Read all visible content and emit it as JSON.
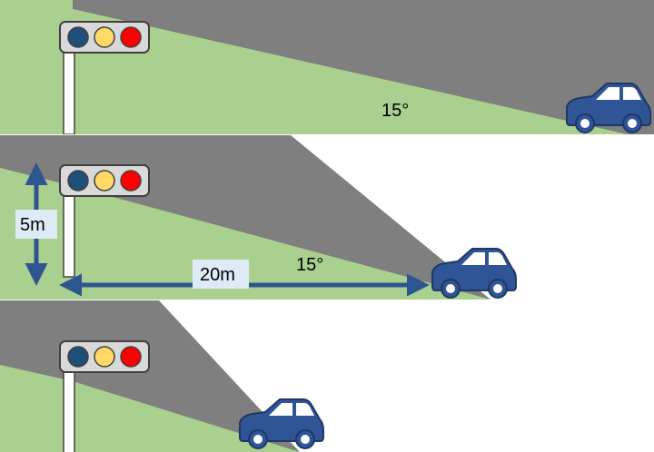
{
  "colors": {
    "ground": "#a9d08e",
    "shadow": "#7f7f7f",
    "car_body": "#2f5597",
    "car_outline": "#1f3864",
    "car_window": "#ffffff",
    "wheel_hub": "#ffffff",
    "signal_housing": "#d9d9d9",
    "signal_outline": "#404040",
    "lamp_blue": "#1f4e79",
    "lamp_yellow": "#ffd966",
    "lamp_red": "#ff0000",
    "arrow": "#2e5590",
    "label_box": "#deebf7"
  },
  "icons": {
    "traffic_light": "traffic-light-icon",
    "car": "car-icon"
  },
  "panels": [
    {
      "id": "top",
      "angle_label": "15°"
    },
    {
      "id": "middle",
      "angle_label": "15°",
      "height_label": "5m",
      "distance_label": "20m"
    },
    {
      "id": "bottom"
    }
  ]
}
